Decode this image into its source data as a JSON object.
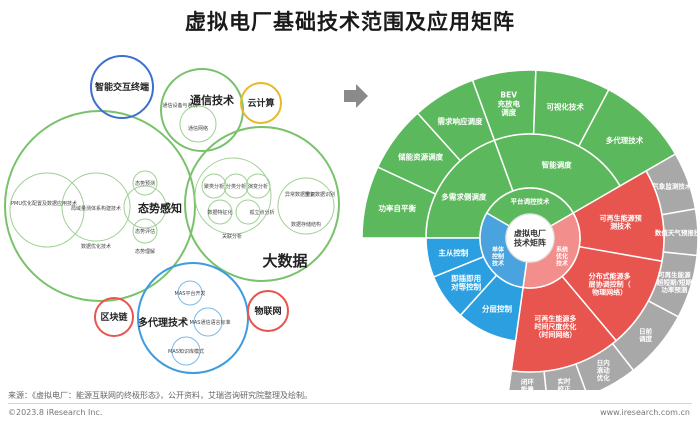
{
  "title": "虚拟电厂基础技术范围及应用矩阵",
  "left": {
    "smart_interaction": "智能交互终端",
    "communication": "通信技术",
    "comm_items": [
      "通信设备与系统",
      "通信网络"
    ],
    "cloud": "云计算",
    "situation": "态势感知",
    "situation_items": [
      "PMU优化配置及数据应用技术",
      "局域量测体系构建技术",
      "数据优化技术",
      "态势预测",
      "态势评估",
      "态势理解"
    ],
    "bigdata": "大数据",
    "bigdata_items": [
      "聚类分析",
      "分类分析",
      "演变分析",
      "数据特征化",
      "孤立点分析",
      "关联分析",
      "异常数据辨识",
      "重复数据识别",
      "数据存储结构"
    ],
    "blockchain": "区块链",
    "multiagent": "多代理技术",
    "multiagent_items": [
      "MAS平台开发",
      "MAS通信语言标准",
      "MAS知识库模式"
    ],
    "iot": "物联网"
  },
  "right": {
    "center": [
      "虚拟电厂",
      "技术矩阵"
    ],
    "inner_sectors": [
      {
        "label": [
          "平台调控技术"
        ],
        "color": "#5cb85c"
      },
      {
        "label": [
          "系统",
          "优化",
          "技术"
        ],
        "color": "#f28e8b"
      },
      {
        "label": [
          "单体",
          "控制",
          "技术"
        ],
        "color": "#4aa3df"
      }
    ],
    "green_mid": [
      {
        "label": [
          "多需求侧调度"
        ]
      },
      {
        "label": [
          "智能调度"
        ]
      }
    ],
    "green_outer": [
      {
        "label": [
          "功率自平衡"
        ]
      },
      {
        "label": [
          "储能资源调度"
        ]
      },
      {
        "label": [
          "需求响应调度"
        ]
      },
      {
        "label": [
          "BEV",
          "充放电",
          "调度"
        ]
      },
      {
        "label": [
          "可视化技术"
        ]
      },
      {
        "label": [
          "多代理技术"
        ]
      }
    ],
    "red_mid": [
      {
        "label": [
          "可再生能源预",
          "测技术"
        ]
      },
      {
        "label": [
          "分布式能源多",
          "层协调控制（",
          "物理网络）"
        ]
      },
      {
        "label": [
          "可再生能源多",
          "时间尺度优化",
          "（时间网络）"
        ]
      }
    ],
    "gray_outer": [
      {
        "label": [
          "气象监测技术"
        ]
      },
      {
        "label": [
          "数值天气预报技术"
        ]
      },
      {
        "label": [
          "可再生能源",
          "超短期/短期",
          "功率预测"
        ]
      },
      {
        "label": [
          "日前",
          "调度"
        ]
      },
      {
        "label": [
          "日内",
          "滚动",
          "优化"
        ]
      },
      {
        "label": [
          "实时",
          "校正"
        ]
      },
      {
        "label": [
          "闭环",
          "能量",
          "控制"
        ]
      }
    ],
    "blue_mid": [
      {
        "label": [
          "分层控制"
        ]
      },
      {
        "label": [
          "即插即用",
          "对等控制"
        ]
      },
      {
        "label": [
          "主从控制"
        ]
      }
    ],
    "colors": {
      "green": "#5cb85c",
      "green_dark": "#3e9e3e",
      "red": "#e8544e",
      "pink": "#f28e8b",
      "blue": "#2b9fe0",
      "blue_light": "#4aa3df",
      "gray": "#a8a8a8"
    }
  },
  "footer": {
    "source": "来源：《虚拟电厂：能源互联网的终极形态》，公开资料，艾瑞咨询研究院整理及绘制。",
    "copyright": "©2023.8 iResearch Inc.",
    "website": "www.iresearch.com.cn"
  }
}
